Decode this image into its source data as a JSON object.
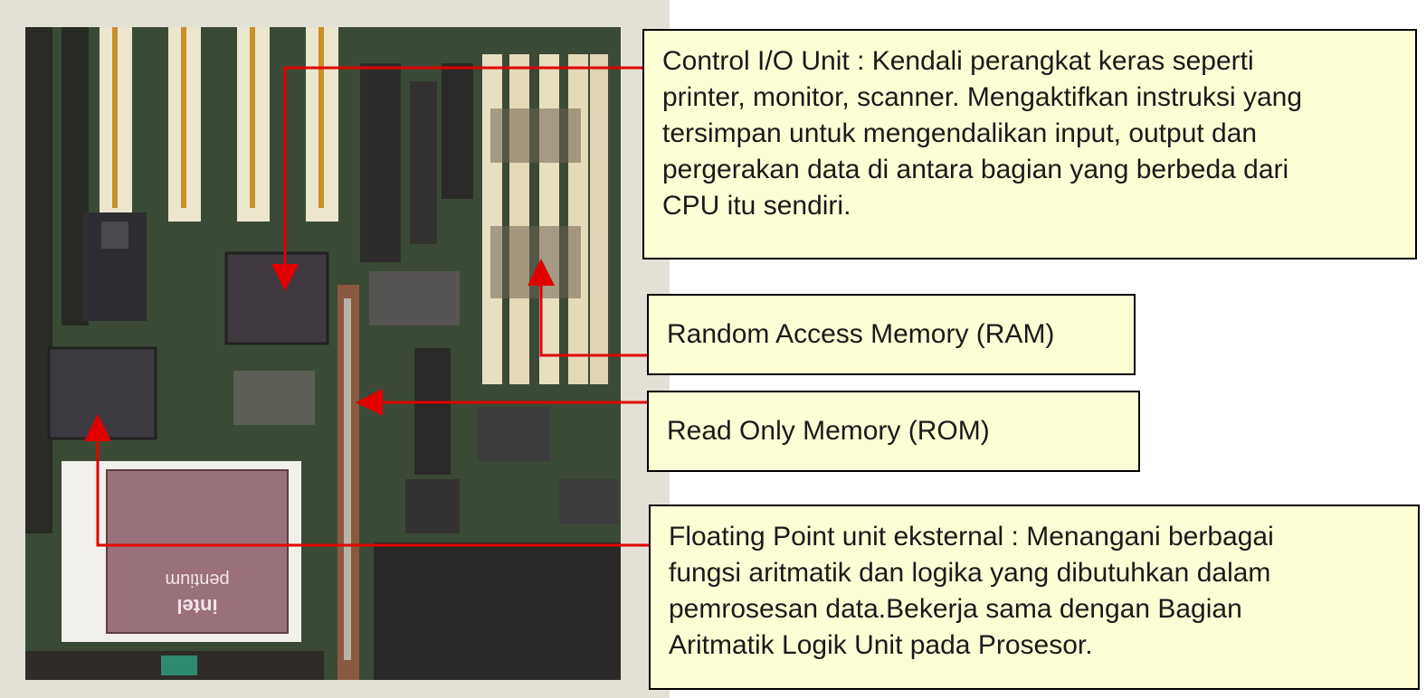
{
  "colors": {
    "pointer": "#e00000",
    "label_bg": "#fefed4",
    "frame_bg": "#e3e1d6",
    "board": "#3b4a36"
  },
  "board": {
    "cpu_chip_text": [
      "intel",
      "pentium"
    ]
  },
  "labels": [
    {
      "id": "control-io",
      "lines": [
        "Control I/O Unit : Kendali perangkat keras seperti",
        "printer, monitor, scanner. Mengaktifkan instruksi yang",
        "tersimpan untuk mengendalikan input, output dan",
        "pergerakan data di antara bagian yang berbeda dari",
        "CPU itu sendiri."
      ]
    },
    {
      "id": "ram",
      "lines": [
        "Random Access Memory (RAM)"
      ]
    },
    {
      "id": "rom",
      "lines": [
        "Read Only Memory (ROM)"
      ]
    },
    {
      "id": "fpu",
      "lines": [
        "Floating Point unit eksternal : Menangani berbagai",
        "fungsi aritmatik dan logika yang dibutuhkan dalam",
        "pemrosesan data.Bekerja sama dengan Bagian",
        "Aritmatik Logik Unit pada Prosesor."
      ]
    }
  ]
}
